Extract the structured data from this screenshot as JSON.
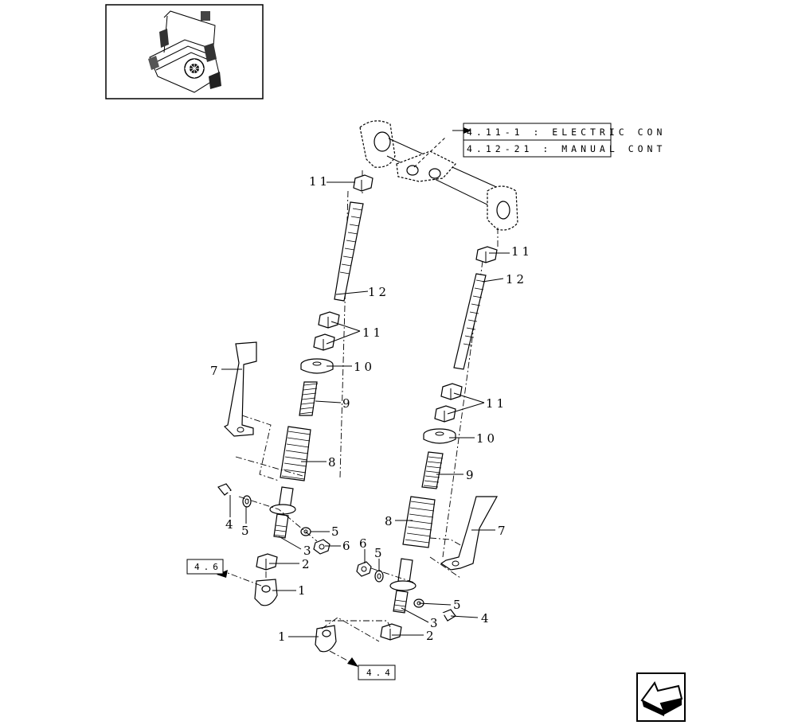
{
  "overview": {
    "icon": "machine-overview-icon"
  },
  "references": [
    {
      "id": "ref-1",
      "text": "4.11-1 : ELECTRIC CON"
    },
    {
      "id": "ref-2",
      "text": "4.12-21 : MANUAL CONT"
    }
  ],
  "callout_boxes": [
    {
      "id": "box-left",
      "text": "4.6"
    },
    {
      "id": "box-bottom",
      "text": "4.4"
    }
  ],
  "part_labels": [
    {
      "id": "l11a",
      "text": "11"
    },
    {
      "id": "l12a",
      "text": "12"
    },
    {
      "id": "l11b",
      "text": "11"
    },
    {
      "id": "l10a",
      "text": "10"
    },
    {
      "id": "l9a",
      "text": "9"
    },
    {
      "id": "l8a",
      "text": "8"
    },
    {
      "id": "l7a",
      "text": "7"
    },
    {
      "id": "l4a",
      "text": "4"
    },
    {
      "id": "l5a",
      "text": "5"
    },
    {
      "id": "l5b",
      "text": "5"
    },
    {
      "id": "l6a",
      "text": "6"
    },
    {
      "id": "l3a",
      "text": "3"
    },
    {
      "id": "l2a",
      "text": "2"
    },
    {
      "id": "l1a",
      "text": "1"
    },
    {
      "id": "l1b",
      "text": "1"
    },
    {
      "id": "l11c",
      "text": "11"
    },
    {
      "id": "l12b",
      "text": "12"
    },
    {
      "id": "l11d",
      "text": "11"
    },
    {
      "id": "l10b",
      "text": "10"
    },
    {
      "id": "l9b",
      "text": "9"
    },
    {
      "id": "l8b",
      "text": "8"
    },
    {
      "id": "l7b",
      "text": "7"
    },
    {
      "id": "l6b",
      "text": "6"
    },
    {
      "id": "l5c",
      "text": "5"
    },
    {
      "id": "l5d",
      "text": "5"
    },
    {
      "id": "l4b",
      "text": "4"
    },
    {
      "id": "l3b",
      "text": "3"
    },
    {
      "id": "l2b",
      "text": "2"
    }
  ],
  "nav": {
    "icon": "previous-page-arrow-icon"
  }
}
